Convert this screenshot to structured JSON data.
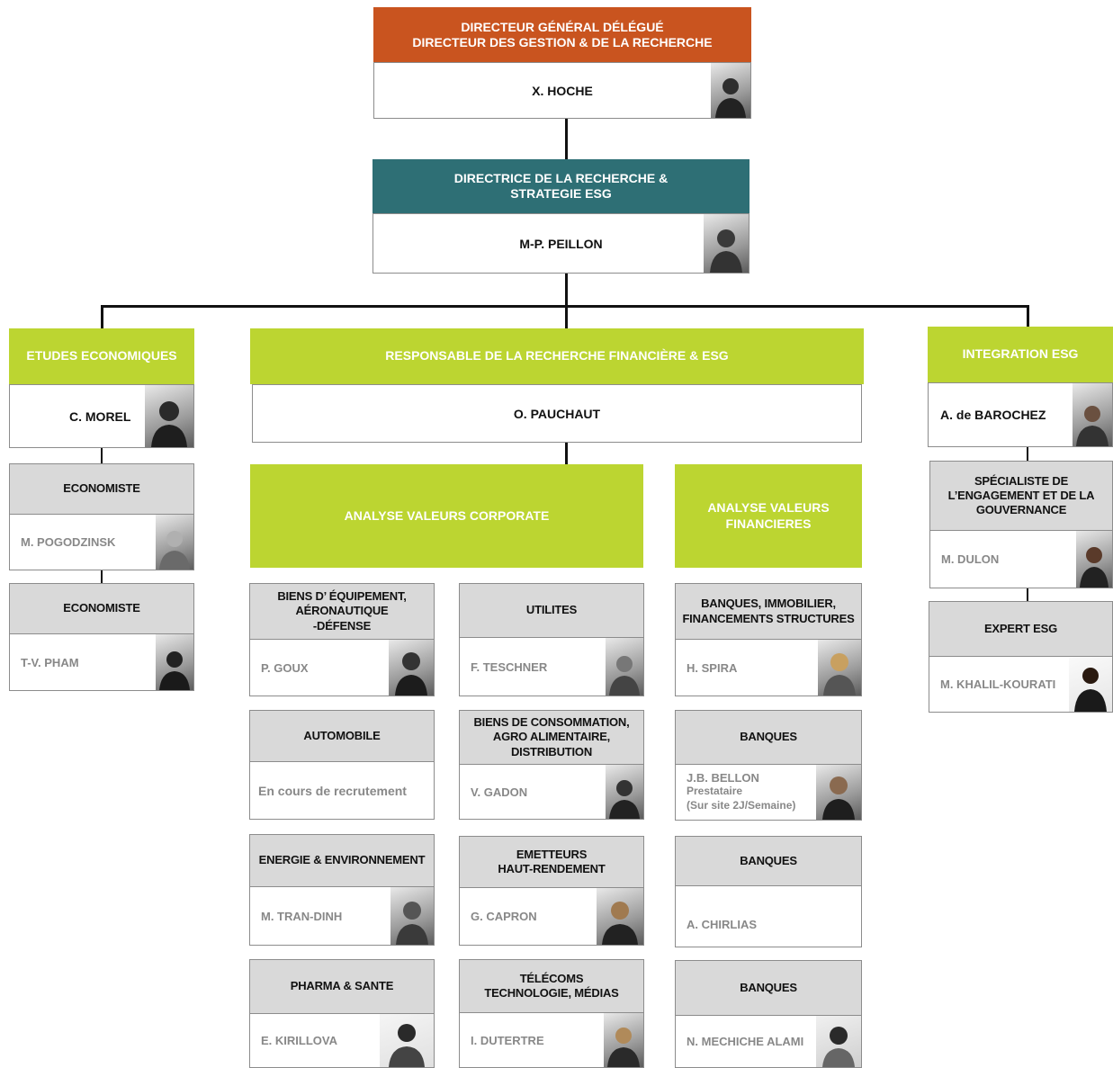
{
  "top": {
    "title_line1": "DIRECTEUR GÉNÉRAL DÉLÉGUÉ",
    "title_line2": "DIRECTEUR DES GESTION & DE LA RECHERCHE",
    "name": "X. HOCHE"
  },
  "director": {
    "title_line1": "DIRECTRICE DE LA RECHERCHE &",
    "title_line2": "STRATEGIE ESG",
    "name": "M-P. PEILLON"
  },
  "etudes": {
    "title": "ETUDES ECONOMIQUES",
    "name": "C. MOREL",
    "members": [
      {
        "role": "ECONOMISTE",
        "name": "M. POGODZINSK"
      },
      {
        "role": "ECONOMISTE",
        "name": "T-V. PHAM"
      }
    ]
  },
  "recherche": {
    "title": "RESPONSABLE DE LA RECHERCHE FINANCIÈRE & ESG",
    "name": "O. PAUCHAUT",
    "corporate": {
      "title": "ANALYSE  VALEURS CORPORATE",
      "left": [
        {
          "role_line1": "BIENS D’ ÉQUIPEMENT,",
          "role_line2": "AÉRONAUTIQUE",
          "role_line3": "-DÉFENSE",
          "name": "P. GOUX"
        },
        {
          "role_line1": "AUTOMOBILE",
          "role_line2": "",
          "role_line3": "",
          "name": "En cours de recrutement"
        },
        {
          "role_line1": "ENERGIE & ENVIRONNEMENT",
          "role_line2": "",
          "role_line3": "",
          "name": "M. TRAN-DINH"
        },
        {
          "role_line1": "PHARMA & SANTE",
          "role_line2": "",
          "role_line3": "",
          "name": "E. KIRILLOVA"
        }
      ],
      "right": [
        {
          "role_line1": "UTILITES",
          "role_line2": "",
          "role_line3": "",
          "name": "F. TESCHNER"
        },
        {
          "role_line1": "BIENS DE CONSOMMATION,",
          "role_line2": "AGRO ALIMENTAIRE,",
          "role_line3": "DISTRIBUTION",
          "name": "V. GADON"
        },
        {
          "role_line1": "EMETTEURS",
          "role_line2": "HAUT-RENDEMENT",
          "role_line3": "",
          "name": "G. CAPRON"
        },
        {
          "role_line1": "TÉLÉCOMS",
          "role_line2": "TECHNOLOGIE, MÉDIAS",
          "role_line3": "",
          "name": "I. DUTERTRE"
        }
      ]
    },
    "financieres": {
      "title_line1": "ANALYSE  VALEURS",
      "title_line2": "FINANCIERES",
      "members": [
        {
          "role_line1": "BANQUES, IMMOBILIER,",
          "role_line2": "FINANCEMENTS STRUCTURES",
          "name": "H. SPIRA",
          "sub1": "",
          "sub2": ""
        },
        {
          "role_line1": "BANQUES",
          "role_line2": "",
          "name": "J.B. BELLON",
          "sub1": "Prestataire",
          "sub2": "(Sur site 2J/Semaine)"
        },
        {
          "role_line1": "BANQUES",
          "role_line2": "",
          "name": "A. CHIRLIAS",
          "sub1": "",
          "sub2": ""
        },
        {
          "role_line1": "BANQUES",
          "role_line2": "",
          "name": "N. MECHICHE ALAMI",
          "sub1": "",
          "sub2": ""
        }
      ]
    }
  },
  "integration": {
    "title": "INTEGRATION  ESG",
    "name": "A. de BAROCHEZ",
    "members": [
      {
        "role_line1": "SPÉCIALISTE DE",
        "role_line2": "L’ENGAGEMENT ET DE LA",
        "role_line3": "GOUVERNANCE",
        "name": "M. DULON"
      },
      {
        "role_line1": "EXPERT ESG",
        "role_line2": "",
        "role_line3": "",
        "name": "M. KHALIL-KOURATI"
      }
    ]
  },
  "colors": {
    "orange": "#c9541f",
    "teal": "#2e6f75",
    "green": "#bcd531",
    "grey": "#d9d9d9"
  }
}
